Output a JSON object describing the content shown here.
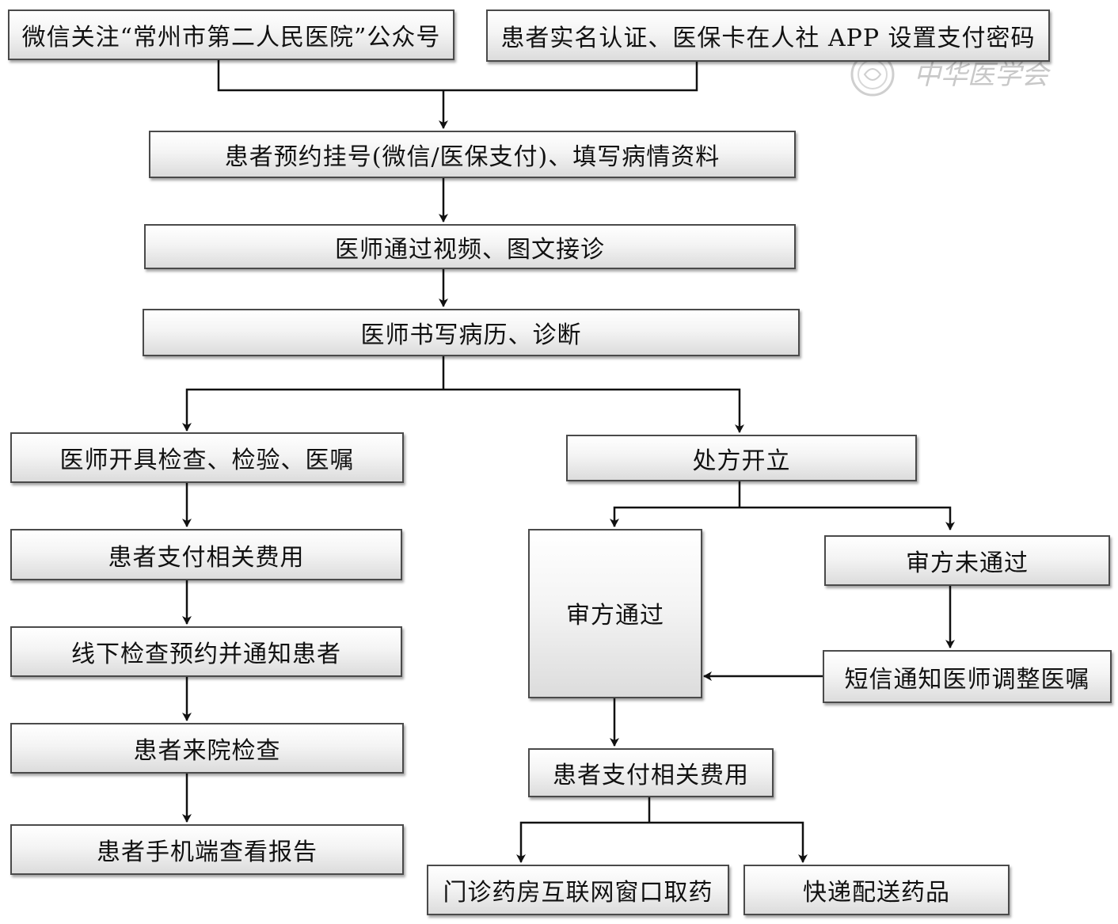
{
  "nodes": {
    "follow_wechat": "微信关注“常州市第二人民医院”公众号",
    "real_name_auth": "患者实名认证、医保卡在人社 APP 设置支付密码",
    "register": "患者预约挂号(微信/医保支付)、填写病情资料",
    "consult": "医师通过视频、图文接诊",
    "record": "医师书写病历、诊断",
    "orders": "医师开具检查、检验、医嘱",
    "pay_left": "患者支付相关费用",
    "offline_exam": "线下检查预约并通知患者",
    "visit_exam": "患者来院检查",
    "view_report": "患者手机端查看报告",
    "prescription": "处方开立",
    "review_pass": "审方通过",
    "review_fail": "审方未通过",
    "sms_notify": "短信通知医师调整医嘱",
    "pay_right": "患者支付相关费用",
    "pharmacy_pickup": "门诊药房互联网窗口取药",
    "express_delivery": "快递配送药品"
  },
  "watermark": {
    "text": "中华医学会",
    "color": "#c8c8c8"
  },
  "colors": {
    "line": "#111111",
    "border": "#4a4a4a"
  }
}
